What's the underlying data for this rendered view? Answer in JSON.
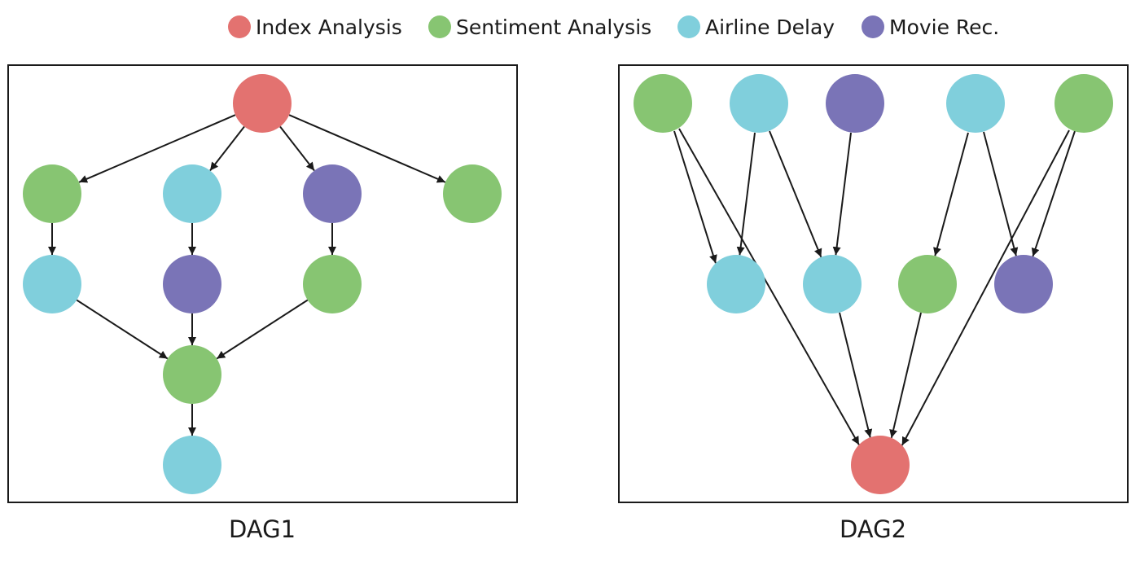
{
  "legend": {
    "items": [
      {
        "key": "index",
        "label": "Index Analysis",
        "color": "#e37270"
      },
      {
        "key": "sentiment",
        "label": "Sentiment Analysis",
        "color": "#87c572"
      },
      {
        "key": "airline",
        "label": "Airline Delay",
        "color": "#80cfdc"
      },
      {
        "key": "movie",
        "label": "Movie Rec.",
        "color": "#7a74b7"
      }
    ]
  },
  "dags": [
    {
      "title": "DAG1",
      "nodes": [
        {
          "id": "a",
          "type": "index"
        },
        {
          "id": "b1",
          "type": "sentiment"
        },
        {
          "id": "b2",
          "type": "airline"
        },
        {
          "id": "b3",
          "type": "movie"
        },
        {
          "id": "b4",
          "type": "sentiment"
        },
        {
          "id": "c1",
          "type": "airline"
        },
        {
          "id": "c2",
          "type": "movie"
        },
        {
          "id": "c3",
          "type": "sentiment"
        },
        {
          "id": "d",
          "type": "sentiment"
        },
        {
          "id": "e",
          "type": "airline"
        }
      ],
      "edges": [
        [
          "a",
          "b1"
        ],
        [
          "a",
          "b2"
        ],
        [
          "a",
          "b3"
        ],
        [
          "a",
          "b4"
        ],
        [
          "b1",
          "c1"
        ],
        [
          "b2",
          "c2"
        ],
        [
          "b3",
          "c3"
        ],
        [
          "c1",
          "d"
        ],
        [
          "c2",
          "d"
        ],
        [
          "c3",
          "d"
        ],
        [
          "d",
          "e"
        ]
      ]
    },
    {
      "title": "DAG2",
      "nodes": [
        {
          "id": "t1",
          "type": "sentiment"
        },
        {
          "id": "t2",
          "type": "airline"
        },
        {
          "id": "t3",
          "type": "movie"
        },
        {
          "id": "t4",
          "type": "airline"
        },
        {
          "id": "t5",
          "type": "sentiment"
        },
        {
          "id": "m1",
          "type": "airline"
        },
        {
          "id": "m2",
          "type": "airline"
        },
        {
          "id": "m3",
          "type": "sentiment"
        },
        {
          "id": "m4",
          "type": "movie"
        },
        {
          "id": "bot",
          "type": "index"
        }
      ],
      "edges": [
        [
          "t1",
          "m1"
        ],
        [
          "t1",
          "bot"
        ],
        [
          "t2",
          "m1"
        ],
        [
          "t2",
          "m2"
        ],
        [
          "t3",
          "m2"
        ],
        [
          "t4",
          "m3"
        ],
        [
          "t4",
          "m4"
        ],
        [
          "t5",
          "m4"
        ],
        [
          "t5",
          "bot"
        ],
        [
          "m2",
          "bot"
        ],
        [
          "m3",
          "bot"
        ]
      ]
    }
  ]
}
